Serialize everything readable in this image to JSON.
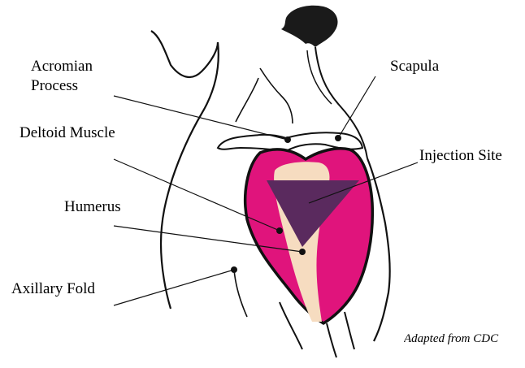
{
  "labels": {
    "acromian_line1": "Acromian",
    "acromian_line2": "Process",
    "scapula": "Scapula",
    "deltoid": "Deltoid Muscle",
    "injection": "Injection Site",
    "humerus": "Humerus",
    "axillary": "Axillary Fold"
  },
  "credit": "Adapted from CDC",
  "colors": {
    "deltoid_muscle": "#e0147c",
    "humerus_bone": "#f6dcc0",
    "injection_site": "#5a2a5e",
    "outline": "#111111",
    "hair": "#1a1a1a"
  }
}
